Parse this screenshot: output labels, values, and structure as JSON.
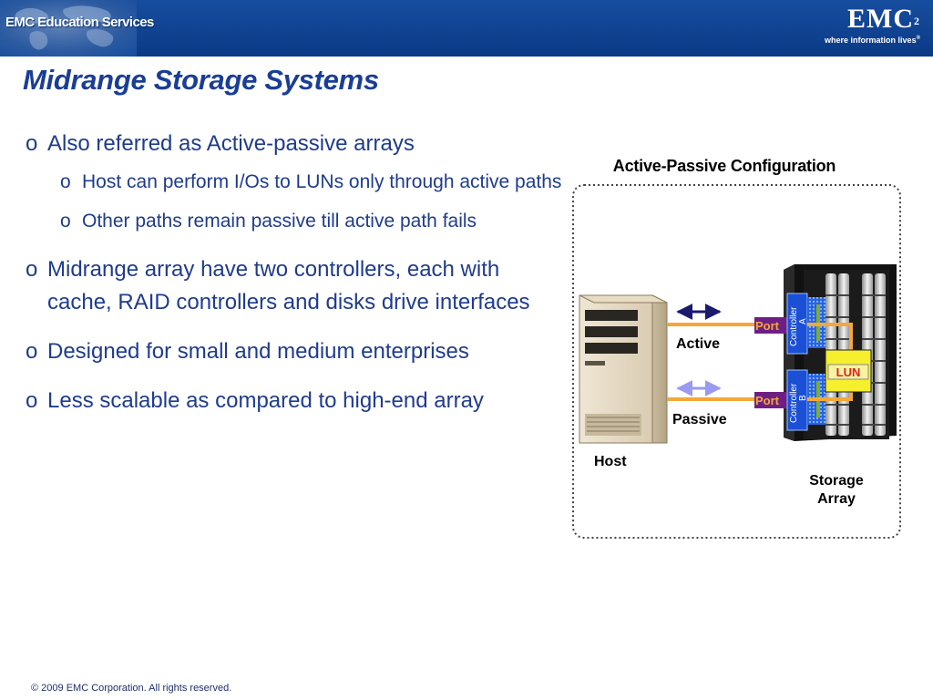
{
  "header": {
    "left_logo_text": "EMC Education Services",
    "brand": "EMC",
    "brand_sup": "2",
    "tagline": "where information lives",
    "tagline_mark": "®"
  },
  "slide": {
    "title": "Midrange Storage Systems",
    "bullet_marker": "o",
    "bullets": [
      "Also referred as Active-passive arrays",
      "Host can perform I/Os to LUNs only through active paths",
      "Other paths remain passive till active path fails",
      "Midrange array have two controllers, each with cache, RAID controllers and disks drive interfaces",
      "Designed for small and medium enterprises",
      "Less scalable as compared to high-end array"
    ]
  },
  "diagram": {
    "title": "Active-Passive Configuration",
    "host_label": "Host",
    "active_label": "Active",
    "passive_label": "Passive",
    "port_label": "Port",
    "controller_a_line1": "Controller",
    "controller_a_line2": "A",
    "controller_b_line1": "Controller",
    "controller_b_line2": "B",
    "lun_label": "LUN",
    "storage_label_line1": "Storage",
    "storage_label_line2": "Array",
    "colors": {
      "active_arrow": "#1a1a6e",
      "passive_arrow": "#9a9af0",
      "path_line": "#f3a838",
      "port": "#6e1f86",
      "controller": "#1b4fd6",
      "lun_fill": "#f5ef2e",
      "lun_text": "#e02020"
    }
  },
  "footer": {
    "copyright": "© 2009 EMC Corporation. All rights reserved."
  }
}
